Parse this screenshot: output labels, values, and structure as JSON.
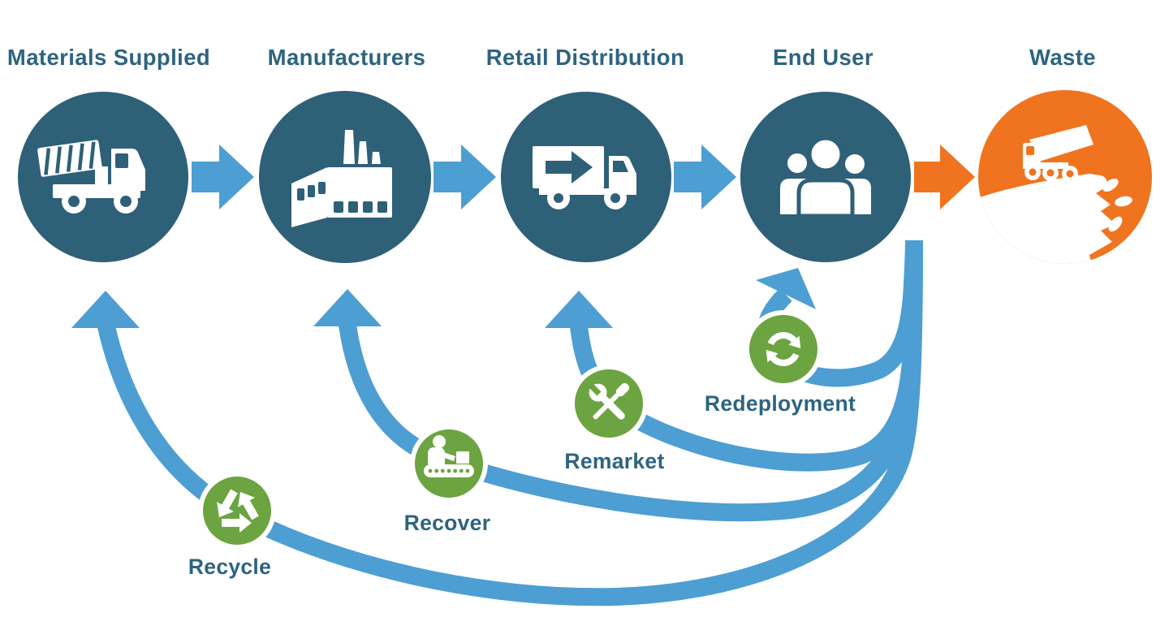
{
  "diagram": {
    "stages": [
      {
        "label": "Materials Supplied",
        "icon": "dump-truck-icon"
      },
      {
        "label": "Manufacturers",
        "icon": "factory-icon"
      },
      {
        "label": "Retail Distribution",
        "icon": "delivery-truck-icon"
      },
      {
        "label": "End User",
        "icon": "users-icon"
      },
      {
        "label": "Waste",
        "icon": "landfill-dump-icon"
      }
    ],
    "loops": [
      {
        "label": "Recycle",
        "icon": "recycle-icon",
        "points_to": "Materials Supplied"
      },
      {
        "label": "Recover",
        "icon": "conveyor-worker-icon",
        "points_to": "Manufacturers"
      },
      {
        "label": "Remarket",
        "icon": "tools-icon",
        "points_to": "Retail Distribution"
      },
      {
        "label": "Redeployment",
        "icon": "sync-icon",
        "points_to": "End User"
      }
    ],
    "colors": {
      "stage_circle": "#2E6078",
      "waste_circle": "#F0741F",
      "flow_arrow": "#4D9ED3",
      "waste_arrow": "#F0741F",
      "loop_circle": "#6BA440",
      "loop_ring": "#FFFFFF",
      "label_text": "#2D6480",
      "icon_fill": "#FFFFFF"
    }
  }
}
